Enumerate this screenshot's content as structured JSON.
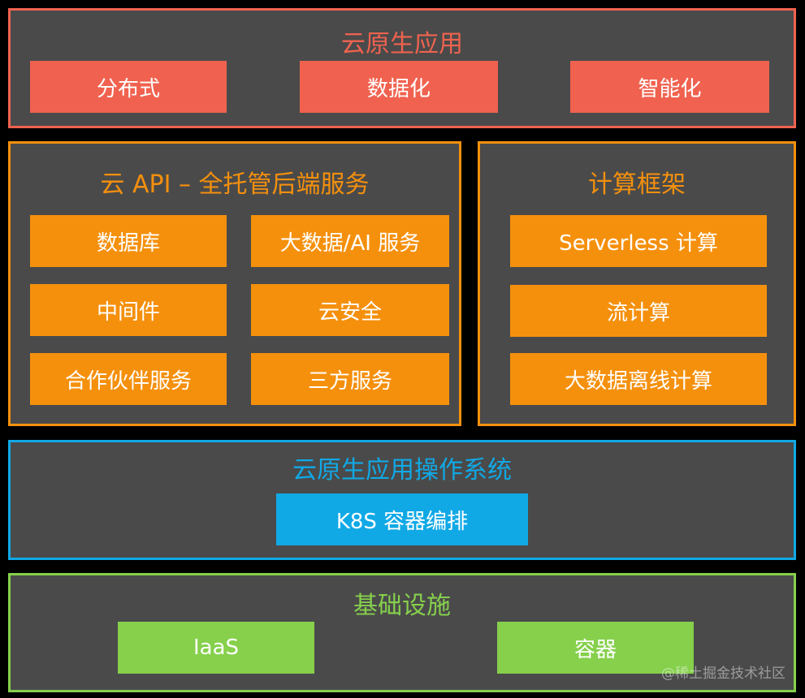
{
  "cloud_native_apps": {
    "title": "云原生应用",
    "items": [
      "分布式",
      "数据化",
      "智能化"
    ]
  },
  "cloud_api": {
    "title": "云 API – 全托管后端服务",
    "items": [
      "数据库",
      "大数据/AI 服务",
      "中间件",
      "云安全",
      "合作伙伴服务",
      "三方服务"
    ]
  },
  "compute_framework": {
    "title": "计算框架",
    "items": [
      "Serverless 计算",
      "流计算",
      "大数据离线计算"
    ]
  },
  "cloud_os": {
    "title": "云原生应用操作系统",
    "items": [
      "K8S 容器编排"
    ]
  },
  "infrastructure": {
    "title": "基础设施",
    "items": [
      "IaaS",
      "容器"
    ]
  },
  "watermark": "@稀土掘金技术社区",
  "colors": {
    "red": "#f0624f",
    "orange": "#f5900d",
    "blue": "#10a9e6",
    "green": "#86d04c",
    "panel_bg": "#4a4a4a"
  }
}
